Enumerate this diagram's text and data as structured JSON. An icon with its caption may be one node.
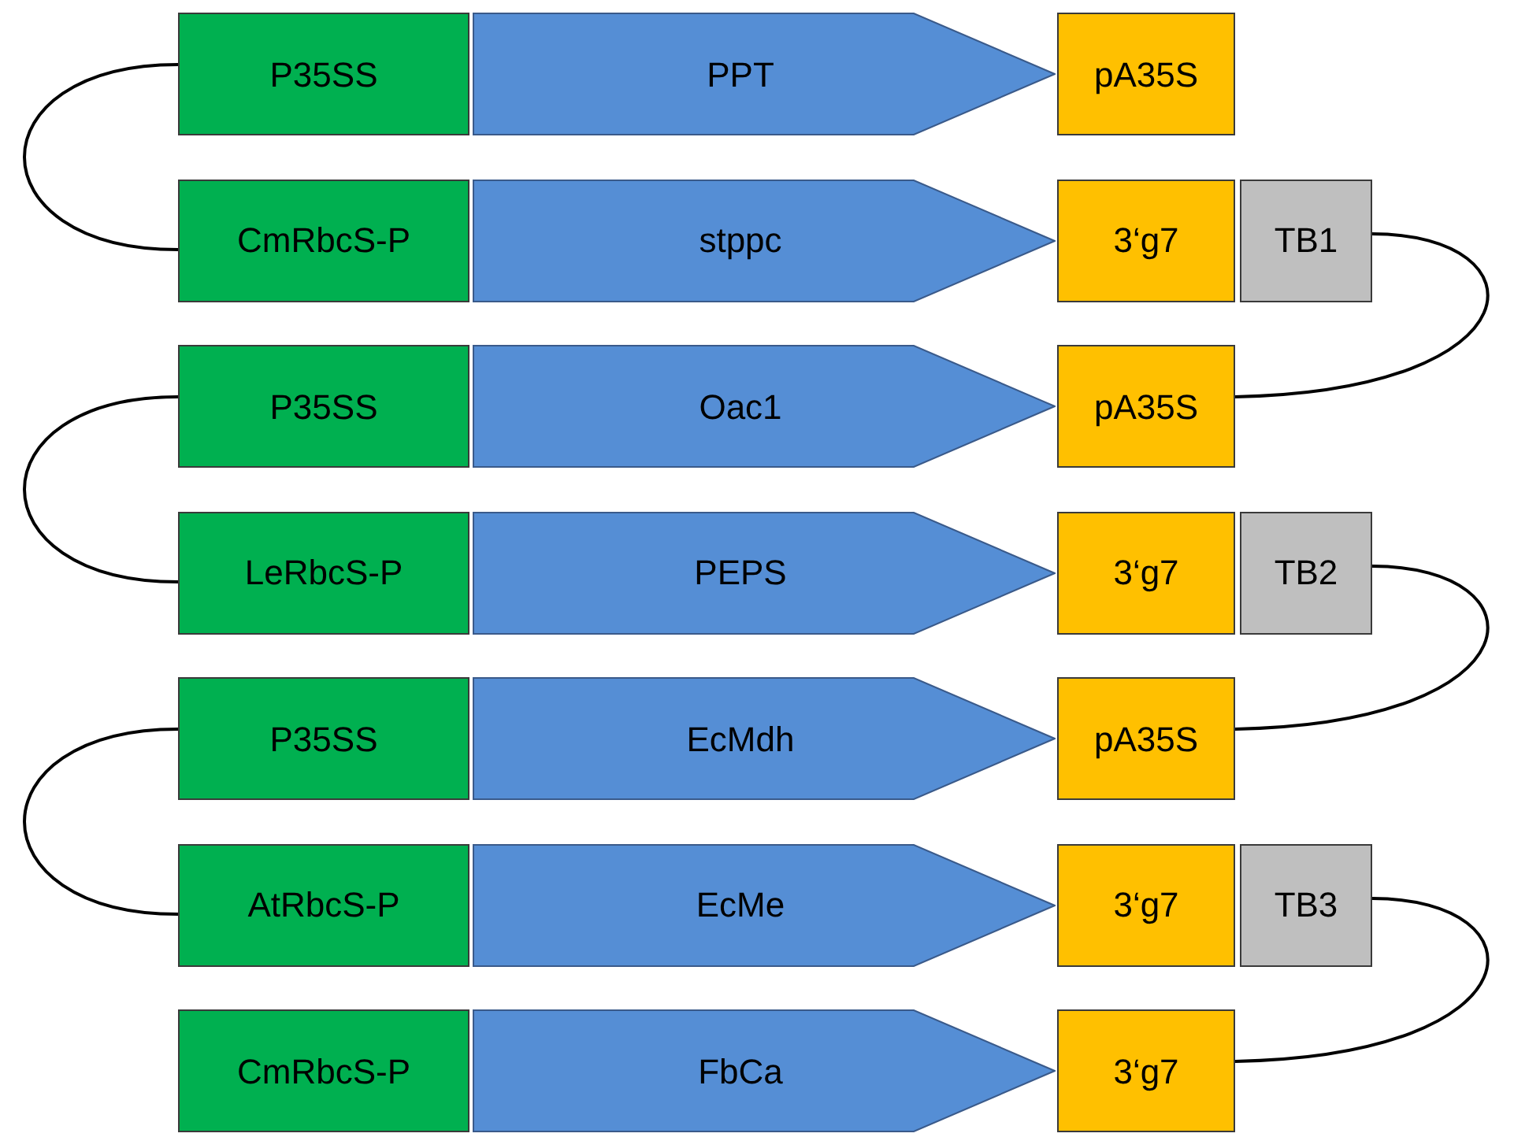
{
  "diagram": {
    "nodes": [
      {
        "text": [
          "P35SS"
        ]
      },
      {
        "text": [
          "PPT"
        ]
      },
      {
        "text": [
          "pA35S"
        ]
      },
      {
        "text": [
          "CmRbcS-P"
        ]
      },
      {
        "text": [
          "stppc"
        ]
      },
      {
        "text": [
          "3‘g7"
        ]
      },
      {
        "text": [
          "TB1"
        ]
      },
      {
        "text": [
          "P35SS"
        ]
      },
      {
        "text": [
          "Oac1"
        ]
      },
      {
        "text": [
          "pA35S"
        ]
      },
      {
        "text": [
          "LeRbcS-P"
        ]
      },
      {
        "text": [
          "PEPS"
        ]
      },
      {
        "text": [
          "3‘g7"
        ]
      },
      {
        "text": [
          "TB2"
        ]
      },
      {
        "text": [
          "P35SS"
        ]
      },
      {
        "text": [
          "EcMdh"
        ]
      },
      {
        "text": [
          "pA35S"
        ]
      },
      {
        "text": [
          "AtRbcS-P"
        ]
      },
      {
        "text": [
          "EcMe"
        ]
      },
      {
        "text": [
          "3‘g7"
        ]
      },
      {
        "text": [
          "TB3"
        ]
      },
      {
        "text": [
          "CmRbcS-P"
        ]
      },
      {
        "text": [
          "FbCa"
        ]
      },
      {
        "text": [
          "3‘g7"
        ]
      }
    ],
    "edges": [
      {
        "from": 0,
        "to": 3,
        "arrow": "none"
      },
      {
        "from": 6,
        "to": 9,
        "arrow": "none"
      },
      {
        "from": 7,
        "to": 10,
        "arrow": "none"
      },
      {
        "from": 13,
        "to": 16,
        "arrow": "none"
      },
      {
        "from": 14,
        "to": 17,
        "arrow": "none"
      },
      {
        "from": 20,
        "to": 23,
        "arrow": "none"
      }
    ]
  }
}
